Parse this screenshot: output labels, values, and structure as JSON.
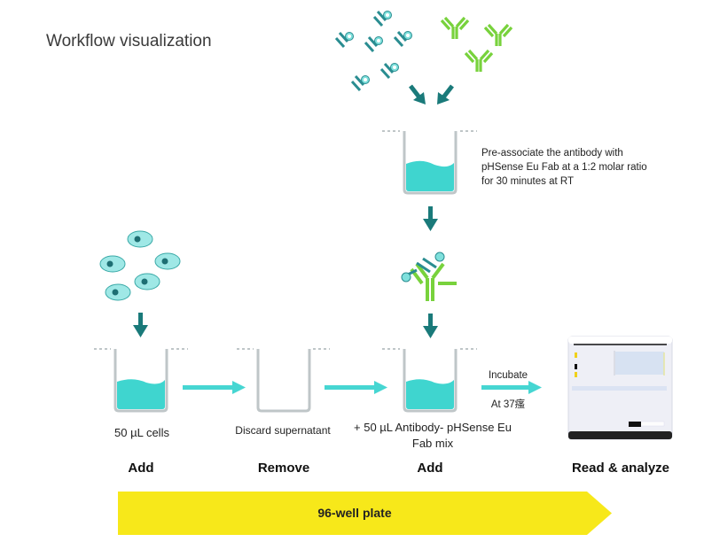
{
  "title": "Workflow visualization",
  "preassoc_note": [
    "Pre-associate the antibody with",
    "pHSense Eu Fab at a 1:2 molar ratio",
    "for 30 minutes at RT"
  ],
  "captions": {
    "cells": "50 µL cells",
    "discard": "Discard supernatant",
    "antibody_mix": [
      "+ 50 µL Antibody- pHSense Eu",
      "Fab mix"
    ]
  },
  "incubate": {
    "label": "Incubate",
    "condition": "At 37瘙"
  },
  "steps": [
    "Add",
    "Remove",
    "Add",
    "Read & analyze"
  ],
  "banner": {
    "label": "96-well plate",
    "color": "#f7e81a"
  },
  "colors": {
    "liquid": "#3fd5cf",
    "arrow_dark": "#1a7a7a",
    "arrow_light": "#46d6d2",
    "antibody": "#78d23c",
    "fab": "#2a8d91",
    "well": "#bfc6c8"
  }
}
